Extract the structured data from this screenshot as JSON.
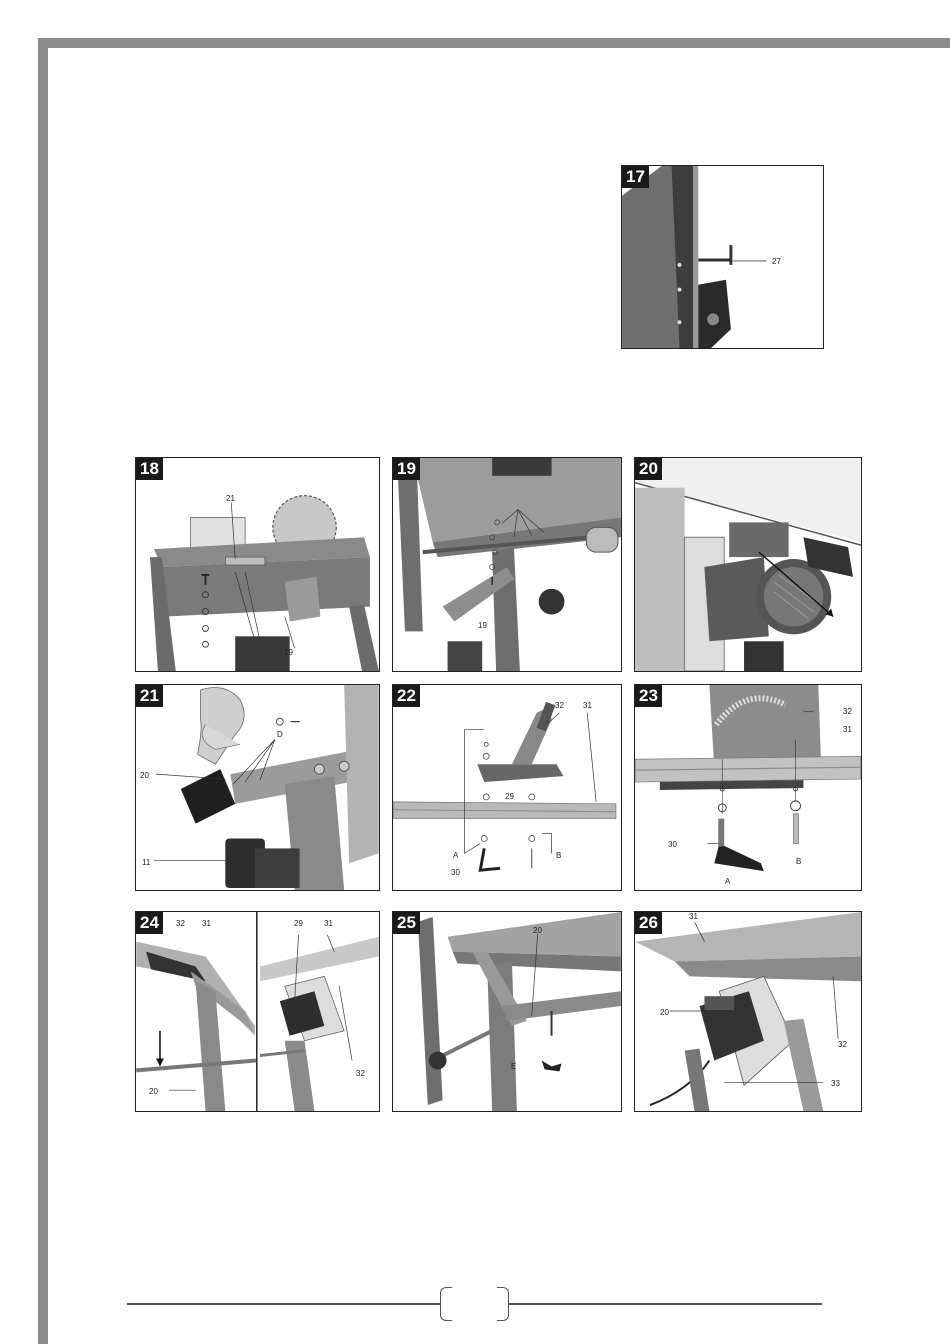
{
  "figures": {
    "f17": {
      "num": "17",
      "labels": [
        "27"
      ]
    },
    "f18": {
      "num": "18",
      "labels": [
        "21",
        "19"
      ]
    },
    "f19": {
      "num": "19",
      "labels": [
        "19"
      ]
    },
    "f20": {
      "num": "20",
      "labels": []
    },
    "f21": {
      "num": "21",
      "labels": [
        "D",
        "20",
        "11"
      ]
    },
    "f22": {
      "num": "22",
      "labels": [
        "32",
        "31",
        "29",
        "A",
        "B",
        "30"
      ]
    },
    "f23": {
      "num": "23",
      "labels": [
        "32",
        "31",
        "30",
        "A",
        "B"
      ]
    },
    "f24": {
      "num": "24",
      "labels": [
        "32",
        "31",
        "29",
        "31",
        "20",
        "32"
      ]
    },
    "f25": {
      "num": "25",
      "labels": [
        "20",
        "E"
      ]
    },
    "f26": {
      "num": "26",
      "labels": [
        "31",
        "20",
        "32",
        "33"
      ]
    }
  }
}
